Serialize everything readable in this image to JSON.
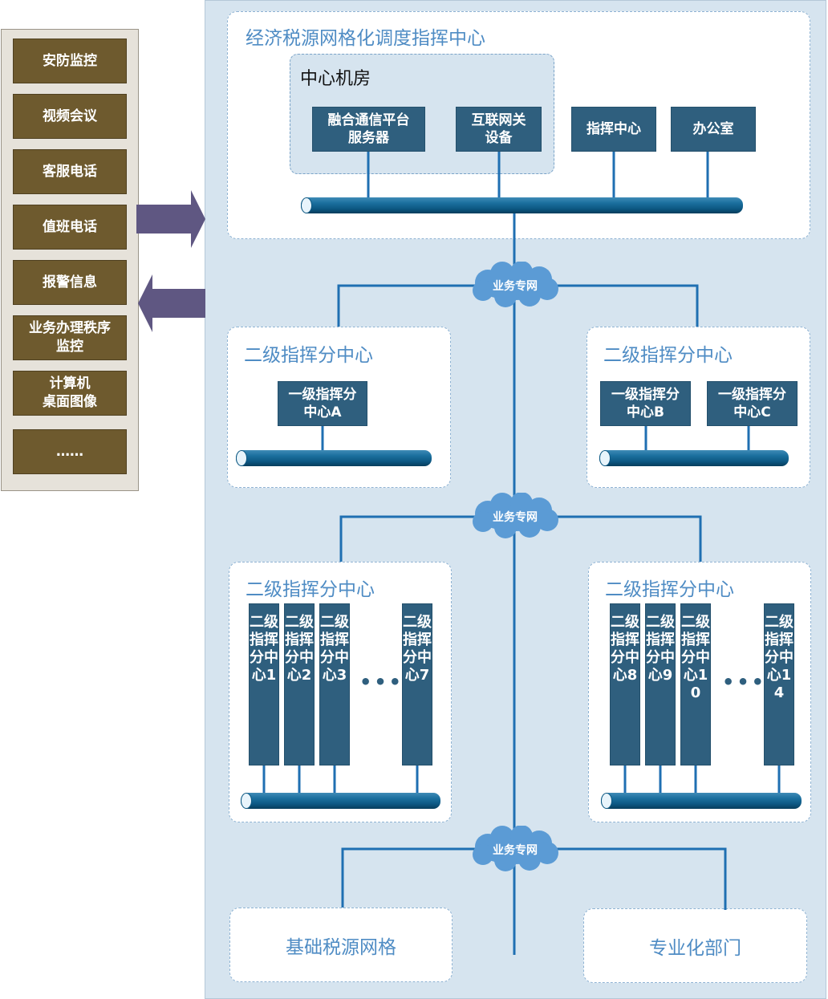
{
  "left_panel": {
    "items": [
      "安防监控",
      "视频会议",
      "客服电话",
      "值班电话",
      "报警信息",
      "业务办理秩序\n监控",
      "计算机\n桌面图像",
      "……"
    ]
  },
  "main": {
    "top_center": {
      "title": "经济税源网格化调度指挥中心",
      "machine_room": {
        "title": "中心机房",
        "nodes": [
          "融合通信平台\n服务器",
          "互联网关\n设备"
        ]
      },
      "nodes": [
        "指挥中心",
        "办公室"
      ]
    },
    "network_labels": [
      "业务专网",
      "业务专网",
      "业务专网"
    ],
    "level2_row1": [
      {
        "title": "二级指挥分中心",
        "nodes": [
          "一级指挥分\n中心A"
        ]
      },
      {
        "title": "二级指挥分中心",
        "nodes": [
          "一级指挥分\n中心B",
          "一级指挥分\n中心C"
        ]
      }
    ],
    "level2_row2": [
      {
        "title": "二级指挥分中心",
        "nodes": [
          "二级指挥分中心1",
          "二级指挥分中心2",
          "二级指挥分中心3",
          "二级指挥分中心7"
        ],
        "ellipsis": "•••"
      },
      {
        "title": "二级指挥分中心",
        "nodes": [
          "二级指挥分中心8",
          "二级指挥分中心9",
          "二级指挥分中心10",
          "二级指挥分中心14"
        ],
        "ellipsis": "•••"
      }
    ],
    "bottom": [
      "基础税源网格",
      "专业化部门"
    ]
  },
  "colors": {
    "left_button": "#6e5a2e",
    "node": "#2f5f7e",
    "panel_bg": "#d6e4ef",
    "link_line": "#1f6fb2",
    "cloud": "#5b9bd5",
    "arrow": "#5f5782",
    "title_text": "#4f8cc4"
  }
}
